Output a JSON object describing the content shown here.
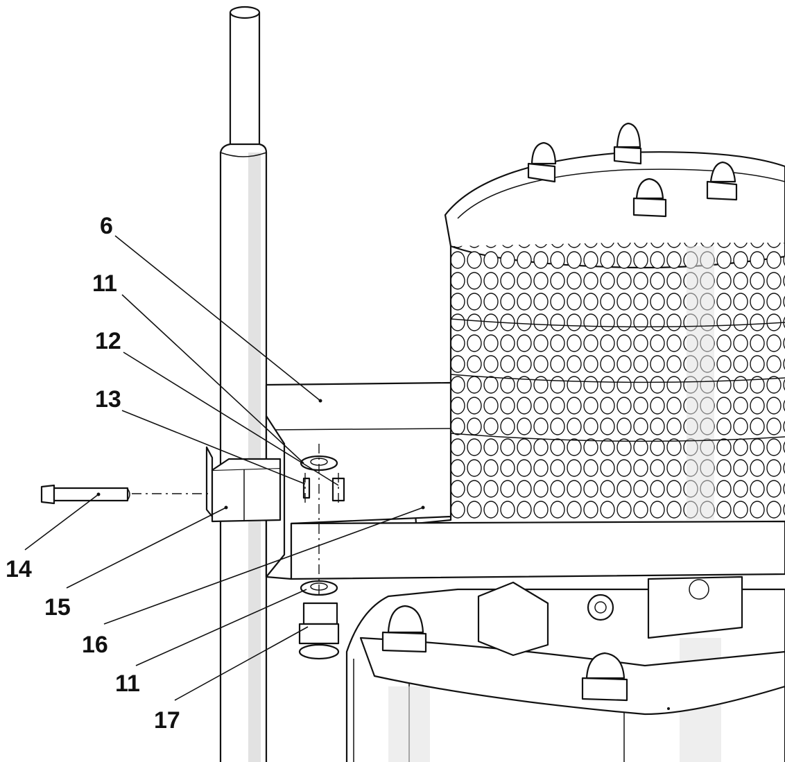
{
  "diagram": {
    "callouts": [
      {
        "id": "c6",
        "label": "6"
      },
      {
        "id": "c11a",
        "label": "11"
      },
      {
        "id": "c12",
        "label": "12"
      },
      {
        "id": "c13",
        "label": "13"
      },
      {
        "id": "c14",
        "label": "14"
      },
      {
        "id": "c15",
        "label": "15"
      },
      {
        "id": "c16",
        "label": "16"
      },
      {
        "id": "c11b",
        "label": "11"
      },
      {
        "id": "c17",
        "label": "17"
      }
    ]
  }
}
